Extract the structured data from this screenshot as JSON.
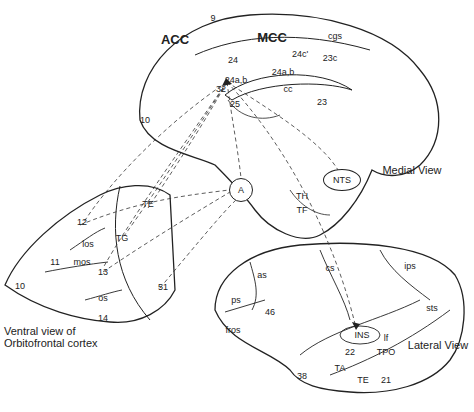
{
  "diagram": {
    "nodes": [
      {
        "text": [
          "A"
        ]
      },
      {
        "text": [
          "NTS"
        ]
      }
    ],
    "labels": [
      "ACC",
      "MCC",
      "9",
      "cgs",
      "24",
      "24c'",
      "23c",
      "24a,b",
      "24a,b",
      "32",
      "25",
      "cc",
      "23",
      "10",
      "TH",
      "TF",
      "Medial View",
      "12",
      "los",
      "TG",
      "TE",
      "11",
      "mos",
      "13",
      "51",
      "os",
      "14",
      "10",
      "Ventral view of Orbitofrontal cortex",
      "as",
      "cs",
      "ips",
      "ps",
      "46",
      "fros",
      "INS",
      "lf",
      "sts",
      "22",
      "TPO",
      "TA",
      "TE",
      "21",
      "38",
      "Lateral View"
    ]
  }
}
